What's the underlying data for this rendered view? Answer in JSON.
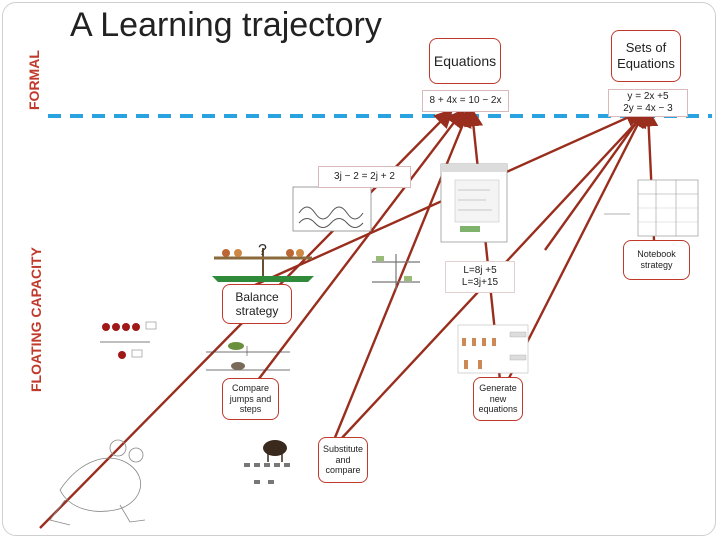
{
  "title": "A Learning trajectory",
  "axis_labels": {
    "top": "FORMAL",
    "left": "FLOATING CAPACITY"
  },
  "nodes": {
    "equations": "Equations",
    "sets_of_equations": "Sets of Equations",
    "equation_example": "8 + 4x = 10 − 2x",
    "set_example_1": "y = 2x +5",
    "set_example_2": "2y = 4x − 3",
    "floating_example": "3j − 2 = 2j + 2",
    "notebook_strategy": "Notebook strategy",
    "balance_strategy": "Balance strategy",
    "l_equation_1": "L=8j +5",
    "l_equation_2": "L=3j+15",
    "compare_jumps": "Compare jumps and steps",
    "generate_equations": "Generate new equations",
    "substitute_compare": "Substitute and compare"
  },
  "colors": {
    "arrow": "#9a2e1e",
    "divider": "#29a3e0",
    "accent": "#c0392b"
  }
}
